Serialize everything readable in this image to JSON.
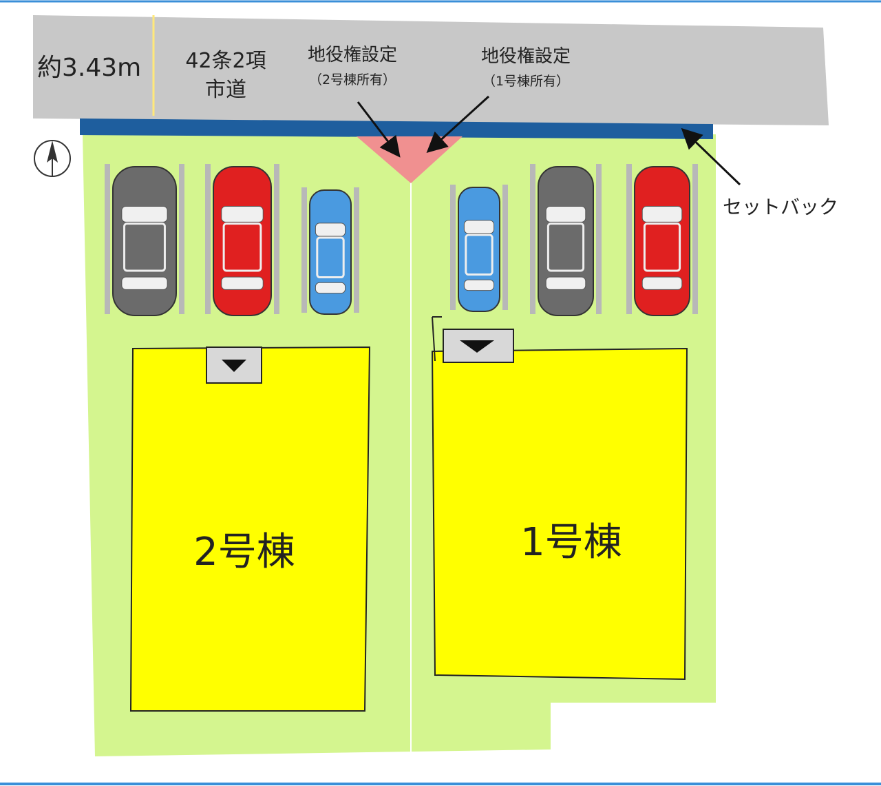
{
  "road": {
    "width_label": "約3.43m",
    "road_type_line1": "42条2項",
    "road_type_line2": "市道"
  },
  "easements": [
    {
      "title": "地役権設定",
      "detail": "（2号棟所有）"
    },
    {
      "title": "地役権設定",
      "detail": "（1号棟所有）"
    }
  ],
  "setback_label": "セットバック",
  "buildings": [
    {
      "name": "2号棟"
    },
    {
      "name": "1号棟"
    }
  ],
  "colors": {
    "road": "#c8c8c8",
    "lot": "#d4f58f",
    "building": "#ffff00",
    "setback": "#1e5e9e",
    "easement": "#f09090",
    "car_gray": "#6b6b6b",
    "car_red": "#e02020",
    "car_blue": "#4a9ae0"
  },
  "cars": [
    {
      "color": "car_gray"
    },
    {
      "color": "car_red"
    },
    {
      "color": "car_blue"
    },
    {
      "color": "car_blue"
    },
    {
      "color": "car_gray"
    },
    {
      "color": "car_red"
    }
  ],
  "icons": {
    "compass": "north-compass-icon"
  }
}
